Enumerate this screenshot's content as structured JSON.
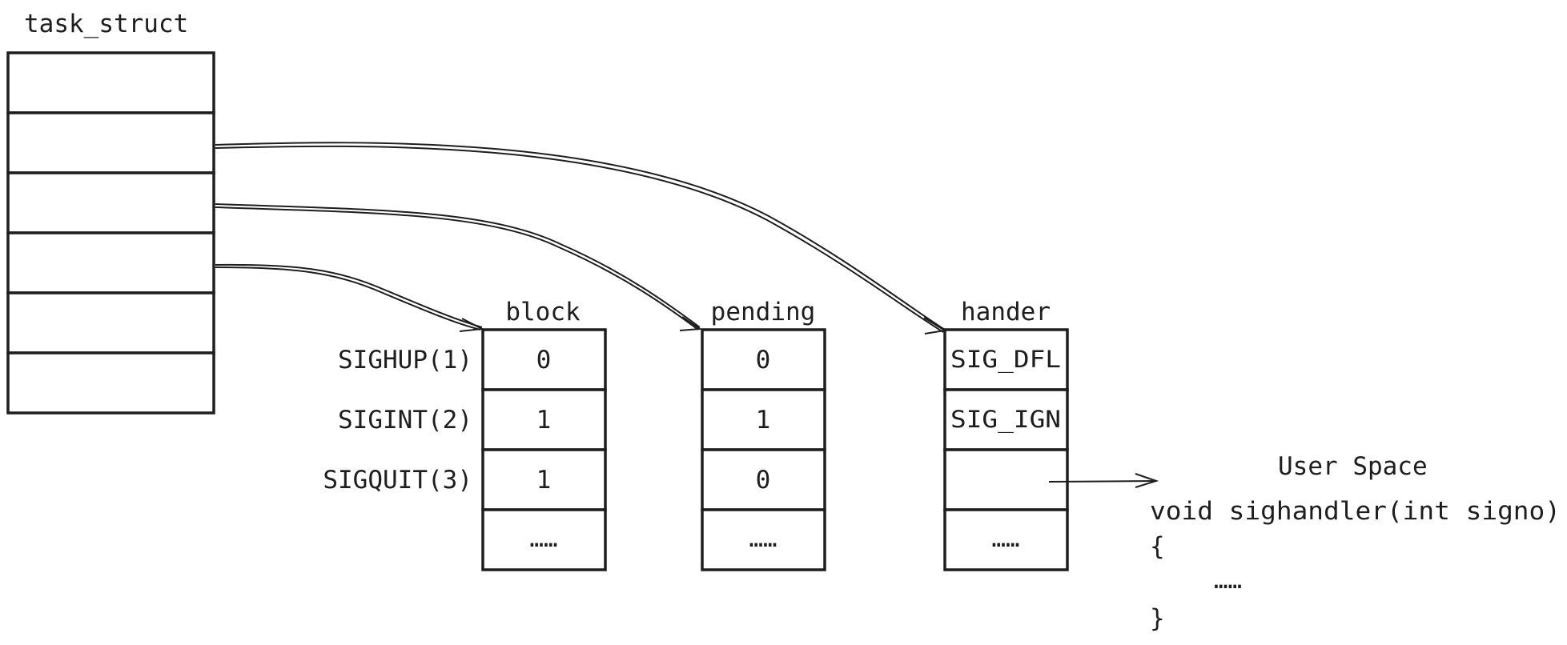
{
  "task_struct": {
    "title": "task_struct",
    "row_count": 6
  },
  "row_labels": [
    "SIGHUP(1)",
    "SIGINT(2)",
    "SIGQUIT(3)"
  ],
  "tables": {
    "block": {
      "title": "block",
      "cells": [
        "0",
        "1",
        "1",
        "……"
      ]
    },
    "pending": {
      "title": "pending",
      "cells": [
        "0",
        "1",
        "0",
        "……"
      ]
    },
    "handler": {
      "title": "hander",
      "cells": [
        "SIG_DFL",
        "SIG_IGN",
        "",
        "……"
      ]
    }
  },
  "user_space": {
    "title": "User Space",
    "code": [
      "void sighandler(int signo)",
      "{",
      "……",
      "}"
    ]
  },
  "arrows": [
    {
      "from": "task_struct.row2",
      "to": "handler"
    },
    {
      "from": "task_struct.row3",
      "to": "pending"
    },
    {
      "from": "task_struct.row4",
      "to": "block"
    },
    {
      "from": "handler.row3",
      "to": "user_space"
    }
  ]
}
